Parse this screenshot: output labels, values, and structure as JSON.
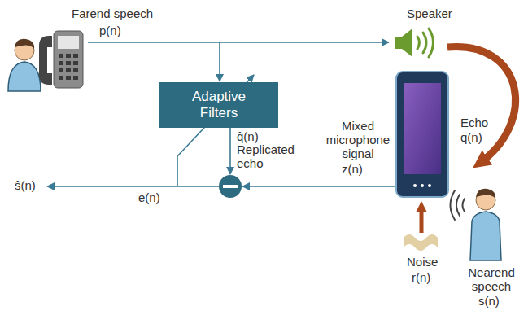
{
  "diagram": {
    "nodes": [
      {
        "text": [
          "Adaptive Filters"
        ]
      }
    ],
    "labels": [
      "Farend speech",
      "p(n)",
      "Speaker",
      "Echo",
      "q(n)",
      "Mixed microphone signal",
      "z(n)",
      "q̂(n)",
      "Replicated echo",
      "ŝ(n)",
      "e(n)",
      "Noise",
      "r(n)",
      "Nearend speech",
      "s(n)"
    ]
  }
}
